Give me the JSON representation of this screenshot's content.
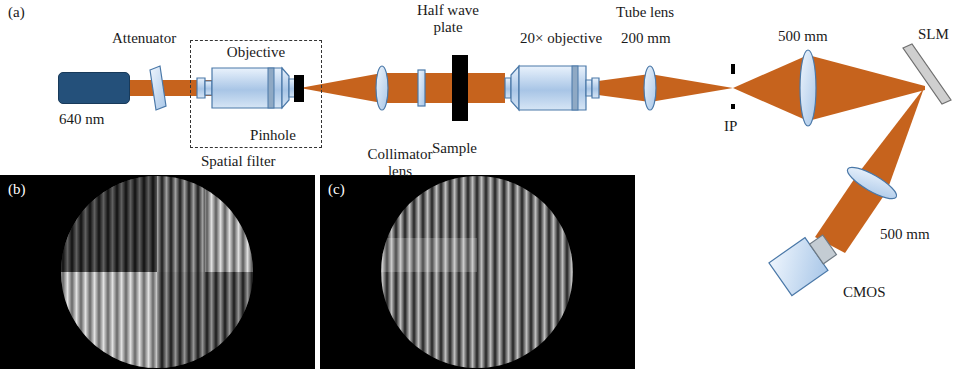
{
  "diagram": {
    "nodes": [
      {
        "text": [
          "640 nm"
        ]
      },
      {
        "text": [
          "Spatial filter"
        ]
      },
      {
        "text": [
          "Objective"
        ],
        "in": 1
      },
      {
        "text": [
          "Pinhole"
        ],
        "in": 1
      }
    ],
    "labels": [
      "(a)",
      "Attenuator",
      "Collimator lens",
      "Half wave plate",
      "Sample",
      "20× objective",
      "Tube lens",
      "200 mm",
      "IP",
      "500 mm",
      "SLM",
      "500 mm",
      "CMOS",
      "(b)",
      "(c)"
    ]
  }
}
